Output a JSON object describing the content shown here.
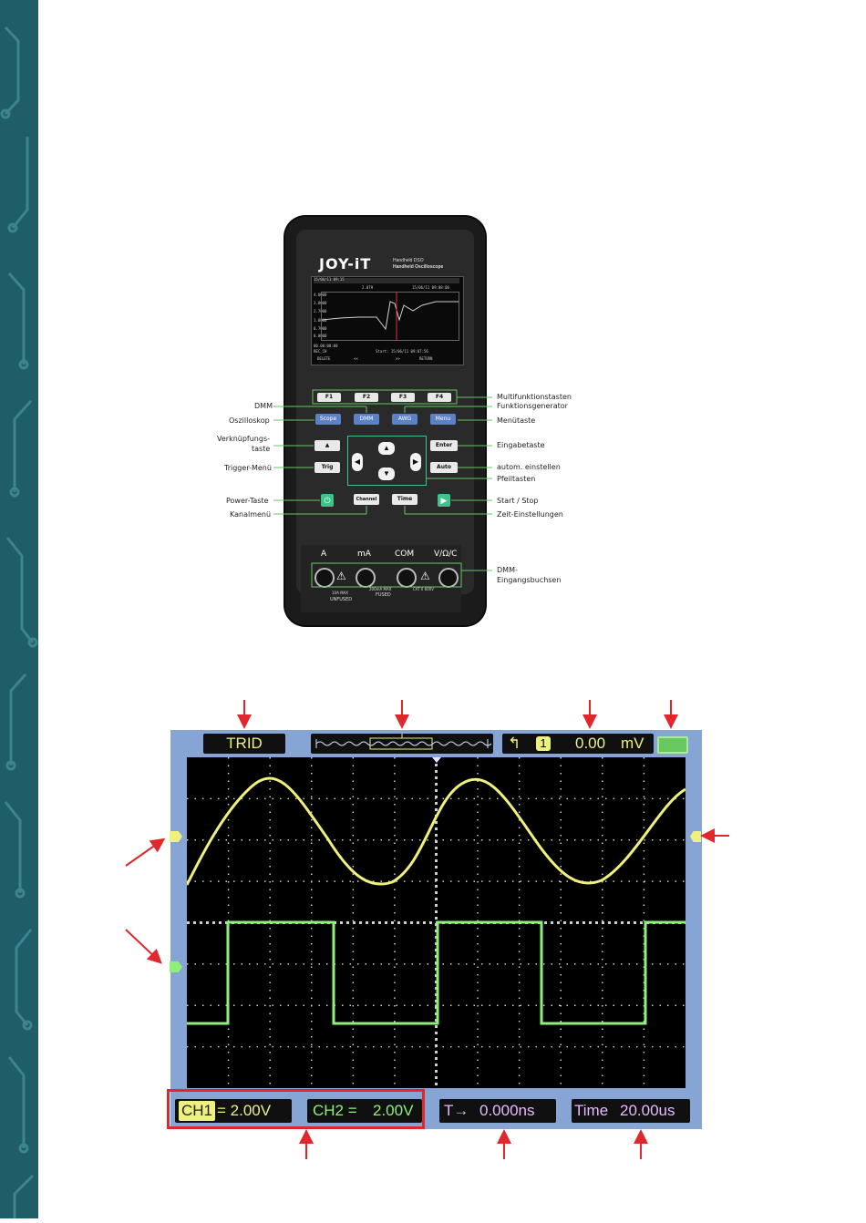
{
  "device": {
    "brand": "JOY-iT",
    "model_line1": "Handheld DSO",
    "model_line2": "Handheld Oscilloscope",
    "function_keys": [
      "F1",
      "F2",
      "F3",
      "F4"
    ],
    "mode_keys": [
      "Scope",
      "DMM",
      "AWG",
      "Menu"
    ],
    "left_keys": [
      "Trig"
    ],
    "right_keys": [
      "Enter",
      "Auto"
    ],
    "bottom_keys": [
      "Channel",
      "Time"
    ],
    "sockets": [
      "A",
      "mA",
      "COM",
      "V/Ω/C"
    ],
    "socket_notes": [
      "10A MAX",
      "UNFUSED",
      "200mA MAX",
      "FUSED",
      "CAT II 600V"
    ],
    "screen_texts": {
      "row1": "15/06/11 09:15",
      "row2": "2.079",
      "row3": "15/06/11 09:08:06",
      "rows_left": [
        "4.8000",
        "3.8000",
        "2.7000",
        "1.8000",
        "0.7000",
        "0.0000"
      ],
      "row_bottom1": "00.00:00:00",
      "row_bottom2": "REC_CH",
      "row_bottom3": "Start: 15/06/11 09:07:56",
      "softkeys": [
        "DELETE",
        "<<",
        ">>",
        "RETURN"
      ]
    },
    "callouts_left": {
      "dmm": "DMM",
      "oszilloskop": "Oszilloskop",
      "verknuepfung_1": "Verknüpfungs-",
      "verknuepfung_2": "taste",
      "trigger": "Trigger-Menü",
      "power": "Power-Taste",
      "kanal": "Kanalmenü"
    },
    "callouts_right": {
      "multi": "Multifunktionstasten",
      "funktions": "Funktionsgenerator",
      "menu": "Menütaste",
      "eingabe": "Eingabetaste",
      "auto": "autom. einstellen",
      "pfeil": "Pfeiltasten",
      "start": "Start / Stop",
      "zeit": "Zeit-Einstellungen",
      "dmm_in_1": "DMM-",
      "dmm_in_2": "Eingangsbuchsen"
    }
  },
  "scope": {
    "trigger_status": "TRID",
    "trigger_level": "0.00",
    "trigger_unit": "mV",
    "trigger_channel": "1",
    "ch1_label": "CH1",
    "ch1_value": "= 2.00V",
    "ch2_label": "CH2 =",
    "ch2_value": "2.00V",
    "trigger_pos_label": "T→",
    "trigger_pos_value": "0.000ns",
    "time_label": "Time",
    "time_value": "20.00us",
    "colors": {
      "ch1": "#f0f07a",
      "ch2": "#8ef07a",
      "frame": "#86a5d4",
      "annotation": "#e0282c"
    }
  }
}
